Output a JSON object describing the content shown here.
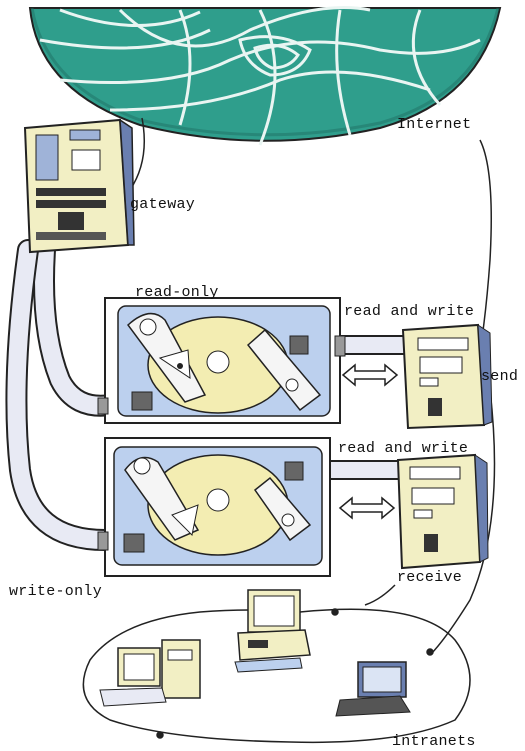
{
  "labels": {
    "internet": "Internet",
    "gateway": "gateway",
    "read_only": "read-only",
    "read_write_top": "read and write",
    "read_write_bottom": "read and write",
    "send": "send",
    "receive": "receive",
    "write_only": "write-only",
    "intranets": "intranets"
  },
  "colors": {
    "globe": "#2f9e8c",
    "globe_dark": "#1f6f64",
    "disk_panel": "#bcd0ee",
    "platter": "#f3edb2",
    "server": "#f2efc4",
    "line": "#222222",
    "pipe": "#e8eaf4"
  },
  "icons": [
    "globe-icon",
    "gateway-server-icon",
    "hard-disk-icon",
    "computer-icon",
    "laptop-icon",
    "double-arrow-icon"
  ]
}
